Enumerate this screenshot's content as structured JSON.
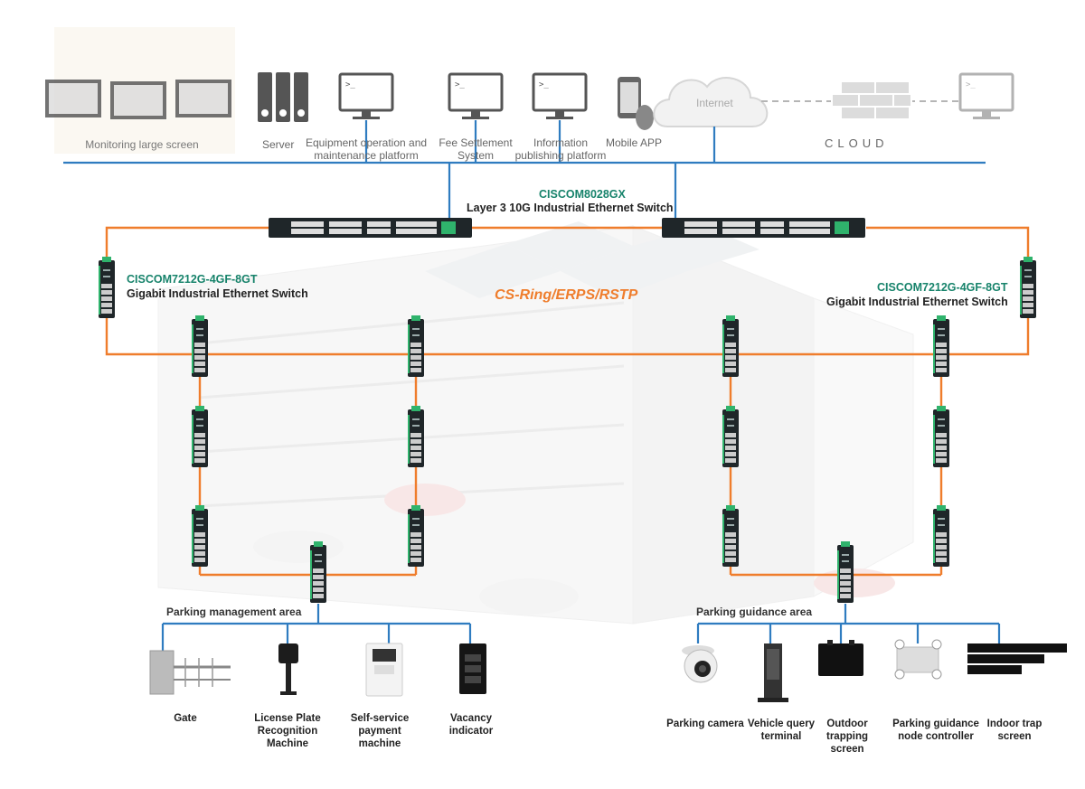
{
  "top": {
    "monitoring": "Monitoring large screen",
    "server": "Server",
    "ops_platform": [
      "Equipment operation and",
      "maintenance platform"
    ],
    "fee_system": [
      "Fee Settlement",
      "System"
    ],
    "info_platform": [
      "Information",
      "publishing platform"
    ],
    "mobile_app": "Mobile APP",
    "internet": "Internet",
    "cloud": "CLOUD"
  },
  "core_switch": {
    "model": "CISCOM8028GX",
    "desc": "Layer 3 10G Industrial Ethernet Switch"
  },
  "ring_switch_left": {
    "model": "CISCOM7212G-4GF-8GT",
    "desc": "Gigabit Industrial Ethernet Switch"
  },
  "ring_switch_right": {
    "model": "CISCOM7212G-4GF-8GT",
    "desc": "Gigabit Industrial Ethernet Switch"
  },
  "ring_protocol": "CS-Ring/ERPS/RSTP",
  "management_area": {
    "title": "Parking management area",
    "devices": [
      [
        "Gate"
      ],
      [
        "License Plate",
        "Recognition",
        "Machine"
      ],
      [
        "Self-service",
        "payment",
        "machine"
      ],
      [
        "Vacancy",
        "indicator"
      ]
    ]
  },
  "guidance_area": {
    "title": "Parking guidance area",
    "devices": [
      [
        "Parking camera"
      ],
      [
        "Vehicle query",
        "terminal"
      ],
      [
        "Outdoor",
        "trapping",
        "screen"
      ],
      [
        "Parking guidance",
        "node controller"
      ],
      [
        "Indoor trap",
        "screen"
      ]
    ]
  },
  "colors": {
    "bus_blue": "#2f7cc0",
    "ring_orange": "#ef7d2c",
    "switch_body": "#1f2629",
    "switch_green": "#2fb36c"
  }
}
